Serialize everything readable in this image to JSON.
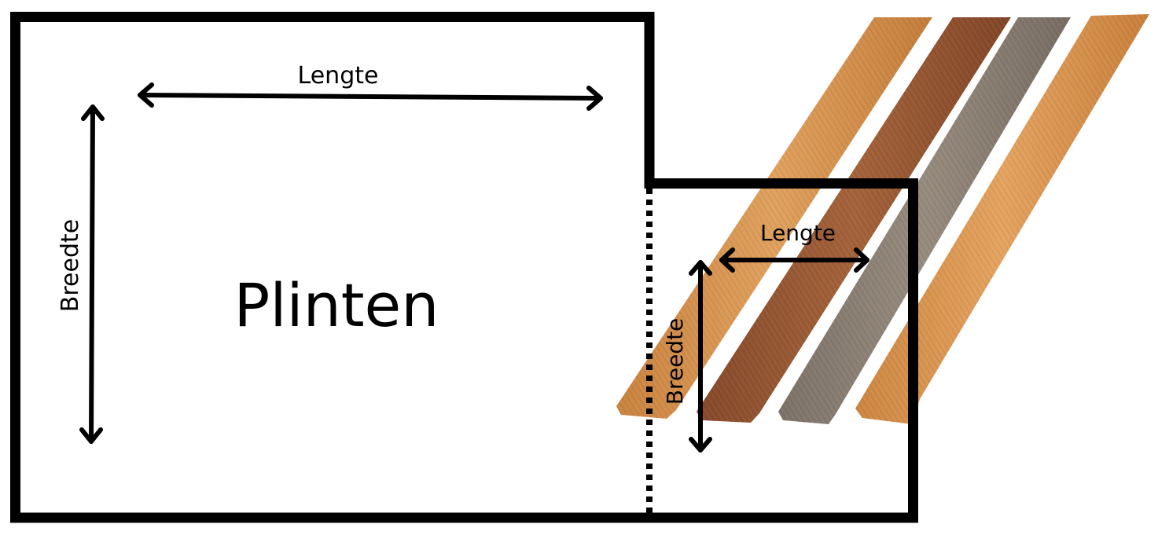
{
  "diagram": {
    "title": "Plinten",
    "main_room": {
      "length_label": "Lengte",
      "width_label": "Breedte"
    },
    "side_room": {
      "length_label": "Lengte",
      "width_label": "Breedte"
    },
    "colors": {
      "outline": "#000000",
      "background": "#ffffff",
      "strip_light_oak": "#d9944e",
      "strip_walnut": "#9a5a34",
      "strip_grey": "#8f8376",
      "strip_oak": "#dc9550"
    },
    "product_image": {
      "description": "Four wooden skirting board strips",
      "strips": [
        {
          "name": "light-oak",
          "color_key": "strip_light_oak"
        },
        {
          "name": "walnut",
          "color_key": "strip_walnut"
        },
        {
          "name": "grey-oak",
          "color_key": "strip_grey"
        },
        {
          "name": "natural-oak",
          "color_key": "strip_oak"
        }
      ]
    }
  }
}
